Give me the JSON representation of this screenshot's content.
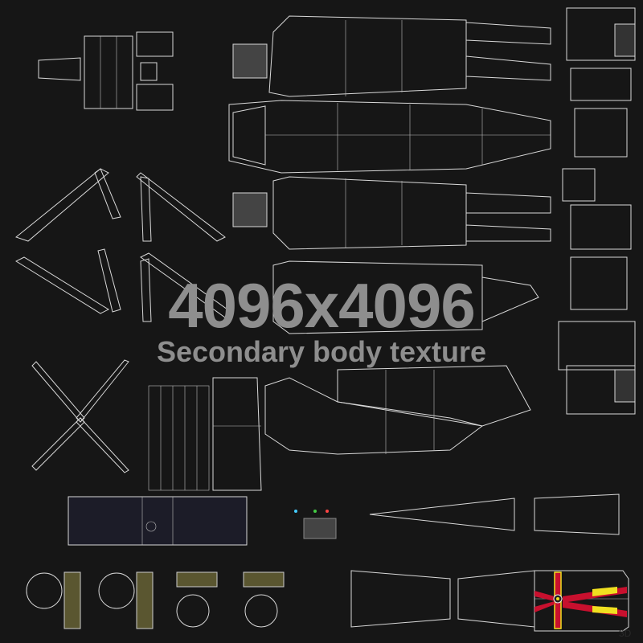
{
  "texture": {
    "resolution_label": "4096x4096",
    "description_label": "Secondary body texture",
    "watermark": "3D"
  },
  "colors": {
    "background": "#161616",
    "wireframe": "#d8d8d8",
    "label": "#8e8e8e",
    "strap_red": "#c8102e",
    "strap_yellow": "#f0e020"
  }
}
